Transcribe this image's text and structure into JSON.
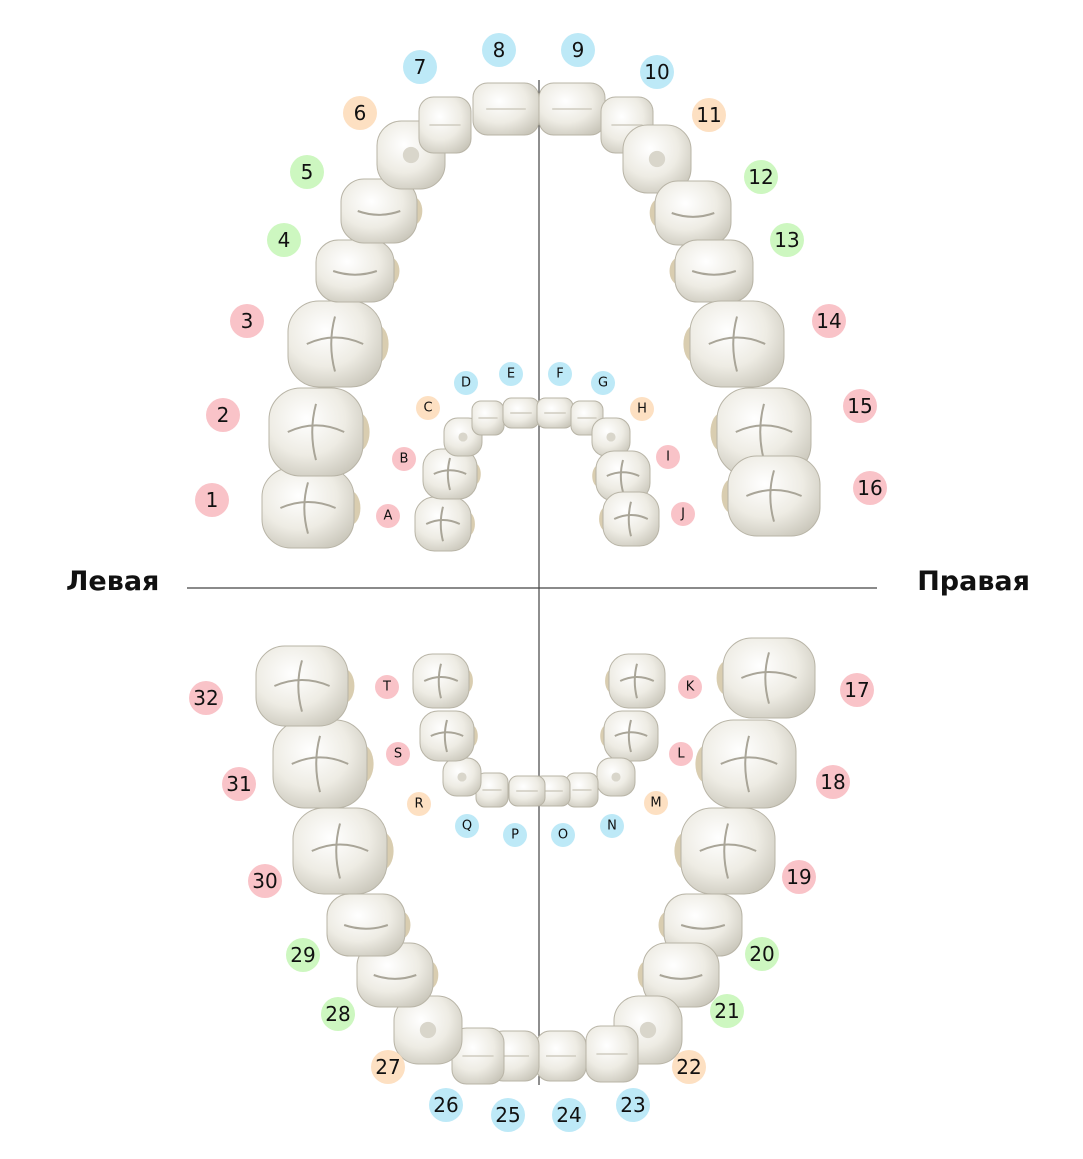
{
  "labels": {
    "left": "Левая",
    "right": "Правая"
  },
  "colors": {
    "incisor": "#bde9f7",
    "canine": "#fde0c2",
    "premolar": "#cdf7c0",
    "molar": "#f9c3c8",
    "tooth": "#eceae2",
    "tooth_edge": "#b8b4a6",
    "root": "#d2c4a2",
    "axis": "#444444"
  },
  "permanent_teeth": [
    {
      "label": "1",
      "type": "molar"
    },
    {
      "label": "2",
      "type": "molar"
    },
    {
      "label": "3",
      "type": "molar"
    },
    {
      "label": "4",
      "type": "premolar"
    },
    {
      "label": "5",
      "type": "premolar"
    },
    {
      "label": "6",
      "type": "canine"
    },
    {
      "label": "7",
      "type": "incisor"
    },
    {
      "label": "8",
      "type": "incisor"
    },
    {
      "label": "9",
      "type": "incisor"
    },
    {
      "label": "10",
      "type": "incisor"
    },
    {
      "label": "11",
      "type": "canine"
    },
    {
      "label": "12",
      "type": "premolar"
    },
    {
      "label": "13",
      "type": "premolar"
    },
    {
      "label": "14",
      "type": "molar"
    },
    {
      "label": "15",
      "type": "molar"
    },
    {
      "label": "16",
      "type": "molar"
    },
    {
      "label": "17",
      "type": "molar"
    },
    {
      "label": "18",
      "type": "molar"
    },
    {
      "label": "19",
      "type": "molar"
    },
    {
      "label": "20",
      "type": "premolar"
    },
    {
      "label": "21",
      "type": "premolar"
    },
    {
      "label": "22",
      "type": "canine"
    },
    {
      "label": "23",
      "type": "incisor"
    },
    {
      "label": "24",
      "type": "incisor"
    },
    {
      "label": "25",
      "type": "incisor"
    },
    {
      "label": "26",
      "type": "incisor"
    },
    {
      "label": "27",
      "type": "canine"
    },
    {
      "label": "28",
      "type": "premolar"
    },
    {
      "label": "29",
      "type": "premolar"
    },
    {
      "label": "30",
      "type": "molar"
    },
    {
      "label": "31",
      "type": "molar"
    },
    {
      "label": "32",
      "type": "molar"
    }
  ],
  "primary_teeth": [
    {
      "label": "A",
      "type": "molar"
    },
    {
      "label": "B",
      "type": "molar"
    },
    {
      "label": "C",
      "type": "canine"
    },
    {
      "label": "D",
      "type": "incisor"
    },
    {
      "label": "E",
      "type": "incisor"
    },
    {
      "label": "F",
      "type": "incisor"
    },
    {
      "label": "G",
      "type": "incisor"
    },
    {
      "label": "H",
      "type": "canine"
    },
    {
      "label": "I",
      "type": "molar"
    },
    {
      "label": "J",
      "type": "molar"
    },
    {
      "label": "K",
      "type": "molar"
    },
    {
      "label": "L",
      "type": "molar"
    },
    {
      "label": "M",
      "type": "canine"
    },
    {
      "label": "N",
      "type": "incisor"
    },
    {
      "label": "O",
      "type": "incisor"
    },
    {
      "label": "P",
      "type": "incisor"
    },
    {
      "label": "Q",
      "type": "incisor"
    },
    {
      "label": "R",
      "type": "canine"
    },
    {
      "label": "S",
      "type": "molar"
    },
    {
      "label": "T",
      "type": "molar"
    }
  ]
}
